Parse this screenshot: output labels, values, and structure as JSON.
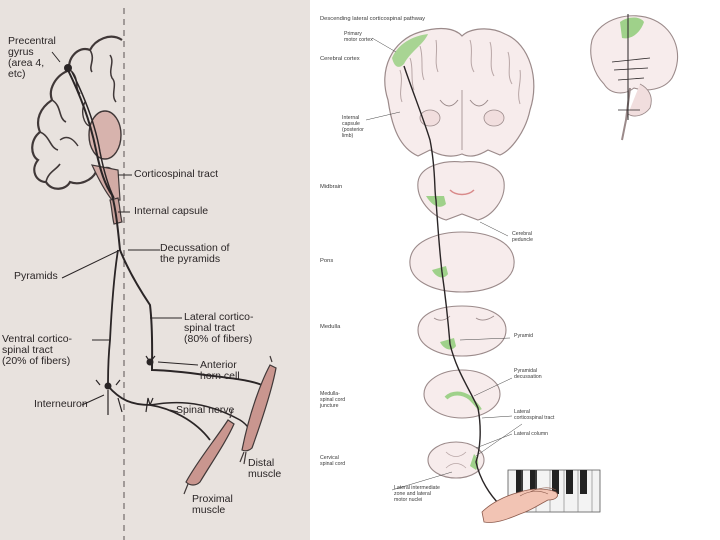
{
  "colors": {
    "paper_left": "#e6e0dc",
    "ink": "#2a2526",
    "muscle": "#c9968f",
    "tract_green": "#9fd18a",
    "brain_fill": "#f7ecec",
    "brain_line": "#9b8a8a"
  },
  "left_figure": {
    "labels": {
      "precentral": "Precentral\ngyrus\n(area 4,\netc)",
      "corticospinal_tract": "Corticospinal tract",
      "internal_capsule": "Internal capsule",
      "decussation": "Decussation of\nthe pyramids",
      "pyramids": "Pyramids",
      "lateral_tract": "Lateral cortico-\nspinal tract\n(80% of fibers)",
      "ventral_tract": "Ventral cortico-\nspinal tract\n(20% of fibers)",
      "anterior_horn": "Anterior\nhorn cell",
      "interneuron": "Interneuron",
      "spinal_nerve": "Spinal nerve",
      "distal_muscle": "Distal\nmuscle",
      "proximal_muscle": "Proximal\nmuscle"
    }
  },
  "right_figure": {
    "title": "Descending lateral corticospinal pathway",
    "labels": {
      "primary_motor": "Primary\nmotor cortex",
      "cerebral_cortex": "Cerebral cortex",
      "internal_capsule": "Internal\ncapsule\n(posterior\nlimb)",
      "midbrain": "Midbrain",
      "cerebral_peduncle": "Cerebral\npeduncle",
      "pons": "Pons",
      "medulla": "Medulla",
      "pyramid": "Pyramid",
      "pyramidal_decussation": "Pyramidal\ndecussation",
      "medulla_junction": "Medulla-\nspinal cord\njuncture",
      "lateral_tract": "Lateral\ncorticospinal tract",
      "lateral_column": "Lateral column",
      "cervical": "Cervical\nspinal cord",
      "intermediate_zone": "Lateral intermediate\nzone and lateral\nmotor nuclei"
    }
  }
}
